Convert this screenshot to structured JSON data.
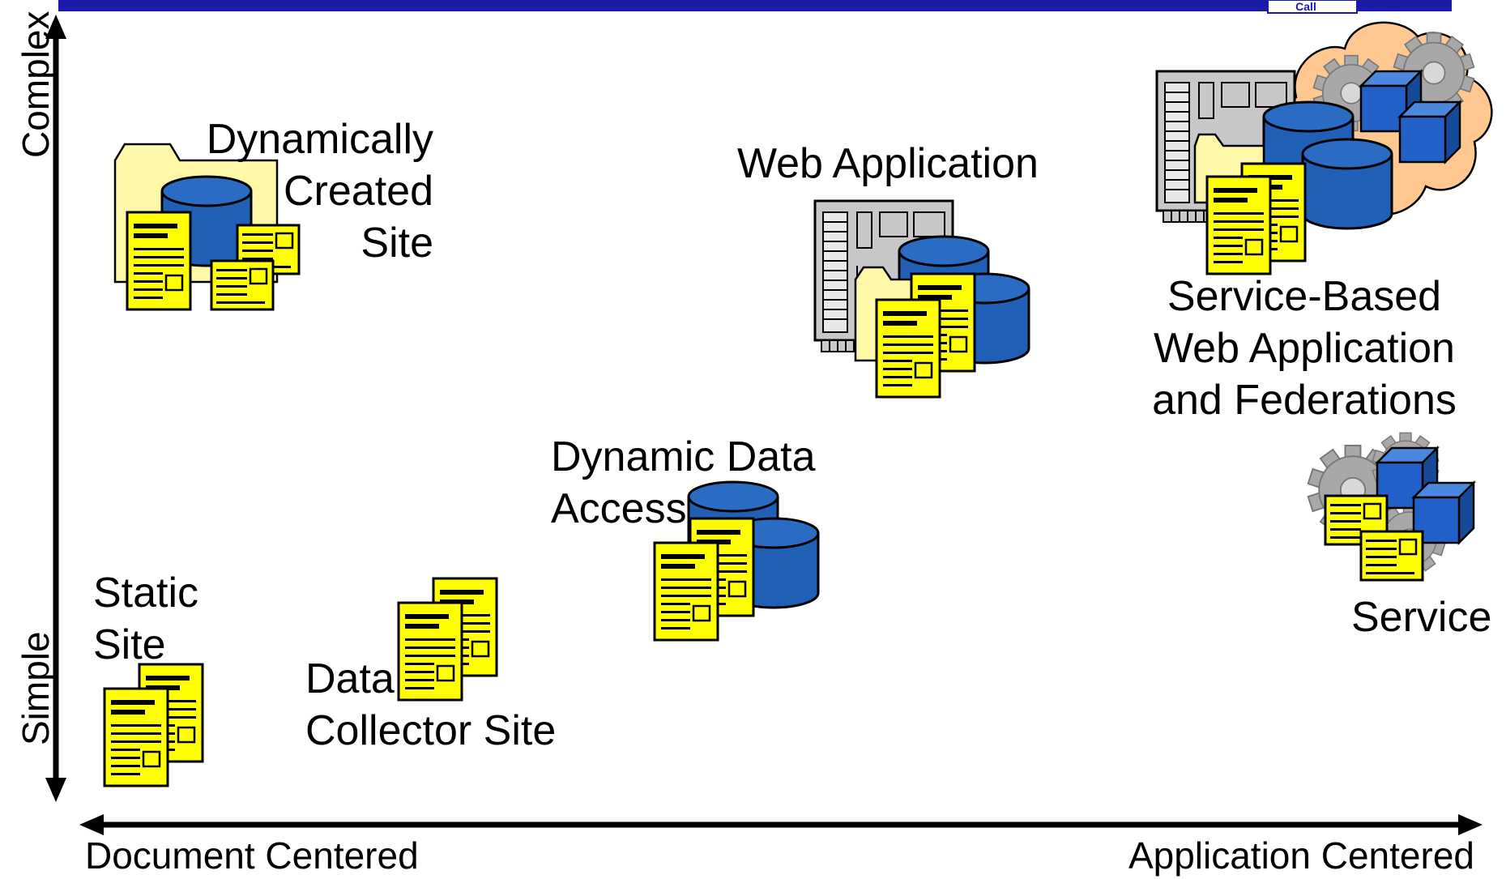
{
  "axes": {
    "y_top": "Complex",
    "y_bottom": "Simple",
    "x_left": "Document Centered",
    "x_right": "Application Centered"
  },
  "nodes": {
    "dynamically_created_site": "Dynamically\nCreated\nSite",
    "web_application": "Web Application",
    "service_based": "Service-Based\nWeb Application\nand Federations",
    "dynamic_data_access": "Dynamic Data\nAccess",
    "static_site": "Static\nSite",
    "data_collector_site": "Data\nCollector Site",
    "service": "Service"
  },
  "logo_text": "Call",
  "colors": {
    "header_bar": "#1a1aa8",
    "document_fill": "#ffff00",
    "folder_fill": "#fff8a8",
    "database_fill": "#1f5fb5",
    "cube_fill": "#2060c8",
    "server_fill": "#c8c8c8",
    "cloud_fill": "#ffc890",
    "gear_fill": "#a8a8a8"
  }
}
